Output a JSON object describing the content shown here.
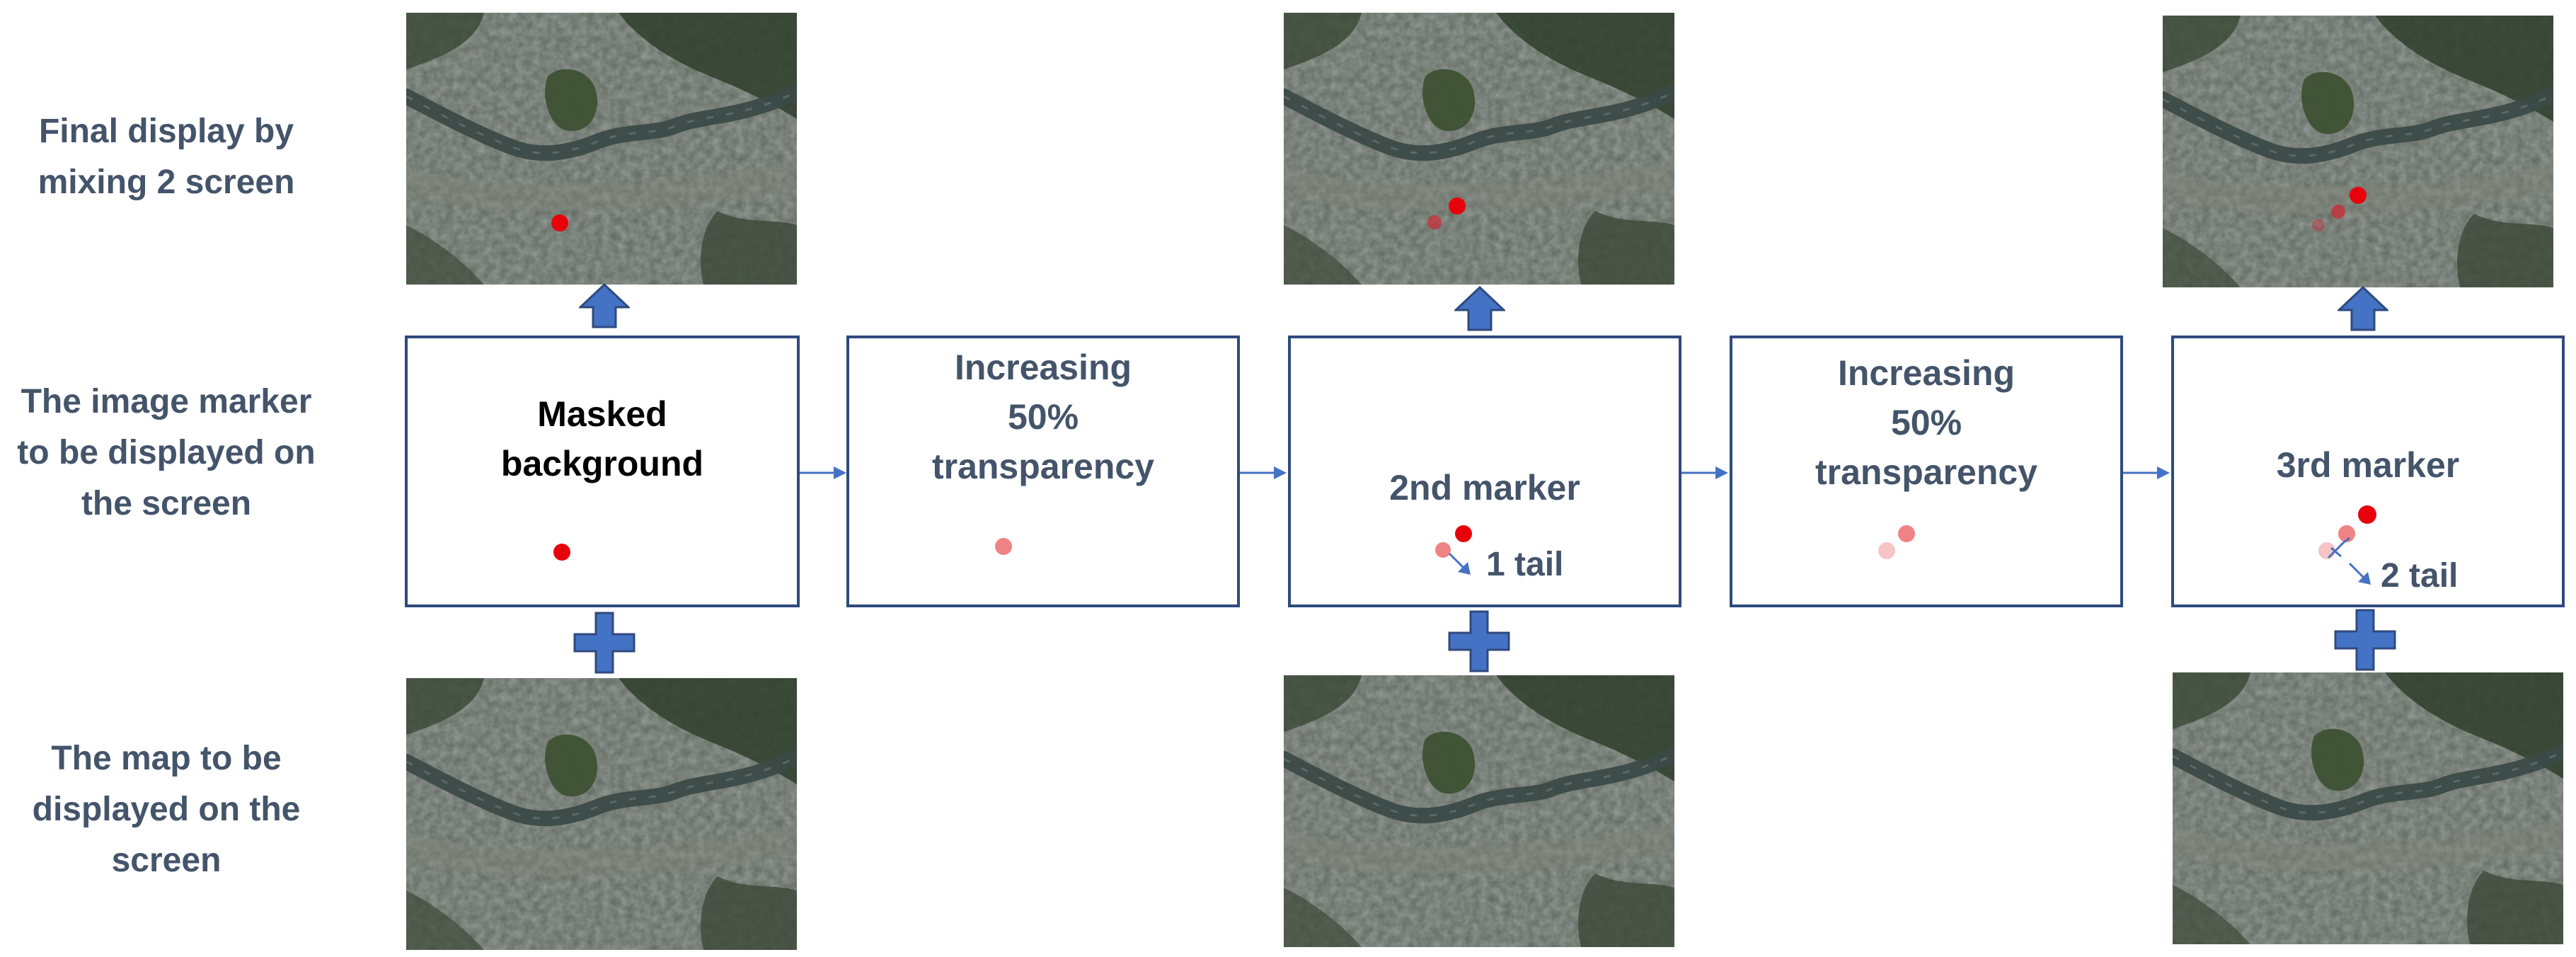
{
  "row_labels": {
    "final": "Final display by\nmixing  2 screen",
    "marker": "The image marker\nto be displayed on\nthe screen",
    "map": "The map to be\ndisplayed on the\nscreen"
  },
  "frames": {
    "masked": "Masked\nbackground",
    "transparency_1": "Increasing\n50%\ntransparency",
    "second": "2nd marker",
    "transparency_2": "Increasing\n50%\ntransparency",
    "third": "3rd marker"
  },
  "tails": {
    "one": "1 tail",
    "two": "2 tail"
  },
  "colors": {
    "marker_full": "#e8000b",
    "marker_half": "#ef8384",
    "marker_quarter": "#f6c4c5",
    "arrow_blue": "#4472c4",
    "frame_border": "#2f4a7e",
    "label_text": "#44546a"
  },
  "icons": {
    "up_arrow": "up-arrow-icon",
    "plus": "plus-icon",
    "connector": "right-arrow-icon"
  }
}
